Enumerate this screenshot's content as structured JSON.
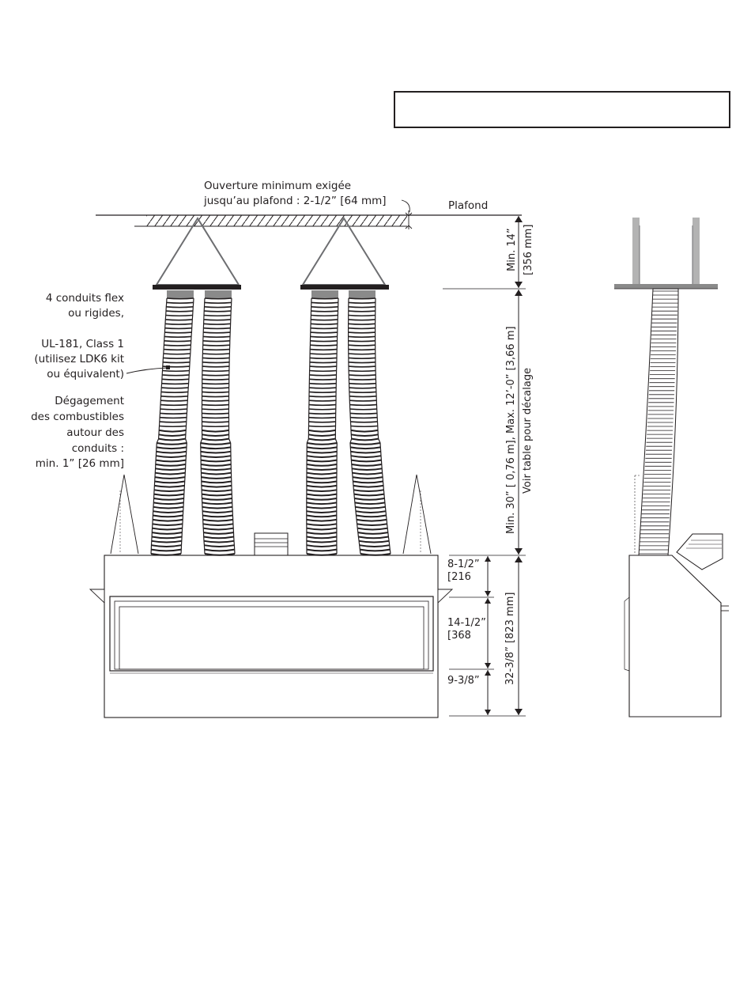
{
  "header_box_text": "",
  "colors": {
    "line": "#231f20",
    "duct_cap": "#8a8a8a",
    "side_bracket": "#9a9a9a",
    "background": "#ffffff"
  },
  "labels": {
    "min_opening_line1": "Ouverture minimum exigée",
    "min_opening_line2": "jusqu’au plafond : 2-1/2” [64 mm]",
    "ceiling": "Plafond",
    "ducts_line1": "4 conduits flex",
    "ducts_line2": "ou rigides,",
    "ul_line1": "UL-181, Class 1",
    "ul_line2": "(utilisez LDK6 kit",
    "ul_line3": "ou équivalent)",
    "clearance_line1": "Dégagement",
    "clearance_line2": "des combustibles",
    "clearance_line3": "autour des",
    "clearance_line4": "conduits :",
    "clearance_line5": "min. 1” [26 mm]"
  },
  "dimensions": {
    "min14_line1": "Min. 14”",
    "min14_line2": "[356 mm]",
    "duct_length_line1": "Min. 30” [ 0,76 m], Max. 12’-0” [3,66 m]",
    "duct_length_line2": "Voir table pour décalage",
    "d_8_5_line1": "8-1/2”",
    "d_8_5_line2": "[216",
    "d_14_5_line1": "14-1/2”",
    "d_14_5_line2": "[368",
    "d_9_375": "9-3/8”",
    "total_height": "32-3/8” [823 mm]"
  }
}
